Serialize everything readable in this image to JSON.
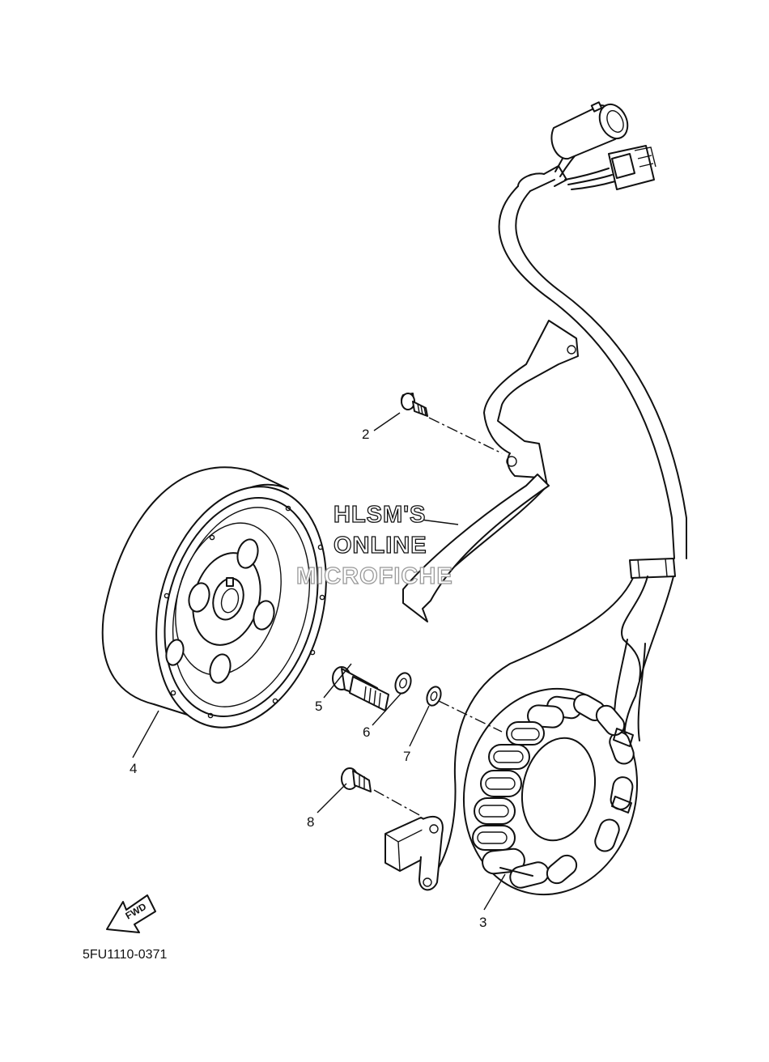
{
  "callouts": {
    "c2": "2",
    "c3": "3",
    "c4": "4",
    "c5": "5",
    "c6": "6",
    "c7": "7",
    "c8": "8"
  },
  "watermark": {
    "line1": "HLSM'S",
    "line2": "ONLINE",
    "line3": "MICROFICHE"
  },
  "fwd_arrow": {
    "text": "FWD"
  },
  "diagram_code": "5FU1110-0371"
}
